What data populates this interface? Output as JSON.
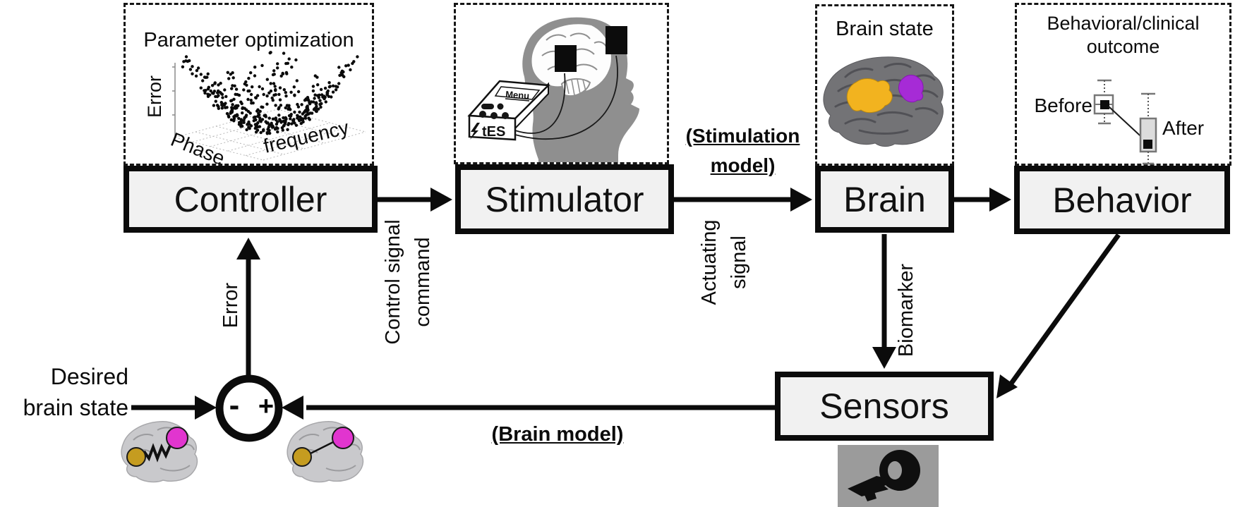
{
  "nodes": {
    "controller": "Controller",
    "stimulator": "Stimulator",
    "brain": "Brain",
    "behavior": "Behavior",
    "sensors": "Sensors"
  },
  "panels": {
    "parameter_optimization": {
      "title": "Parameter optimization",
      "z_axis": "Error",
      "x_axis": "Phase",
      "y_axis": "frequency"
    },
    "stimulator_art": {
      "menu": "Menu",
      "device": "tES"
    },
    "brain_state": {
      "title": "Brain state"
    },
    "outcome": {
      "title_line1": "Behavioral/clinical",
      "title_line2": "outcome",
      "before": "Before",
      "after": "After"
    }
  },
  "labels": {
    "error": "Error",
    "control_signal": [
      "Control signal",
      "command"
    ],
    "stimulation_model": [
      "(Stimulation",
      "model)"
    ],
    "actuating": [
      "Actuating",
      "signal"
    ],
    "biomarker": "Biomarker",
    "brain_model": "(Brain model)",
    "desired": [
      "Desired",
      "brain state"
    ],
    "minus": "-",
    "plus": "+"
  },
  "colors": {
    "box_fill": "#f1f1f1",
    "box_border": "#0b0b0b",
    "region_yellow": "#f2b31f",
    "region_purple": "#a62bd6",
    "node_yellow": "#c59c20",
    "node_magenta": "#e135cf",
    "head_gray": "#8f8f8f",
    "brain_gray": "#737376",
    "icon_bg_gray": "#9b9b9b"
  }
}
